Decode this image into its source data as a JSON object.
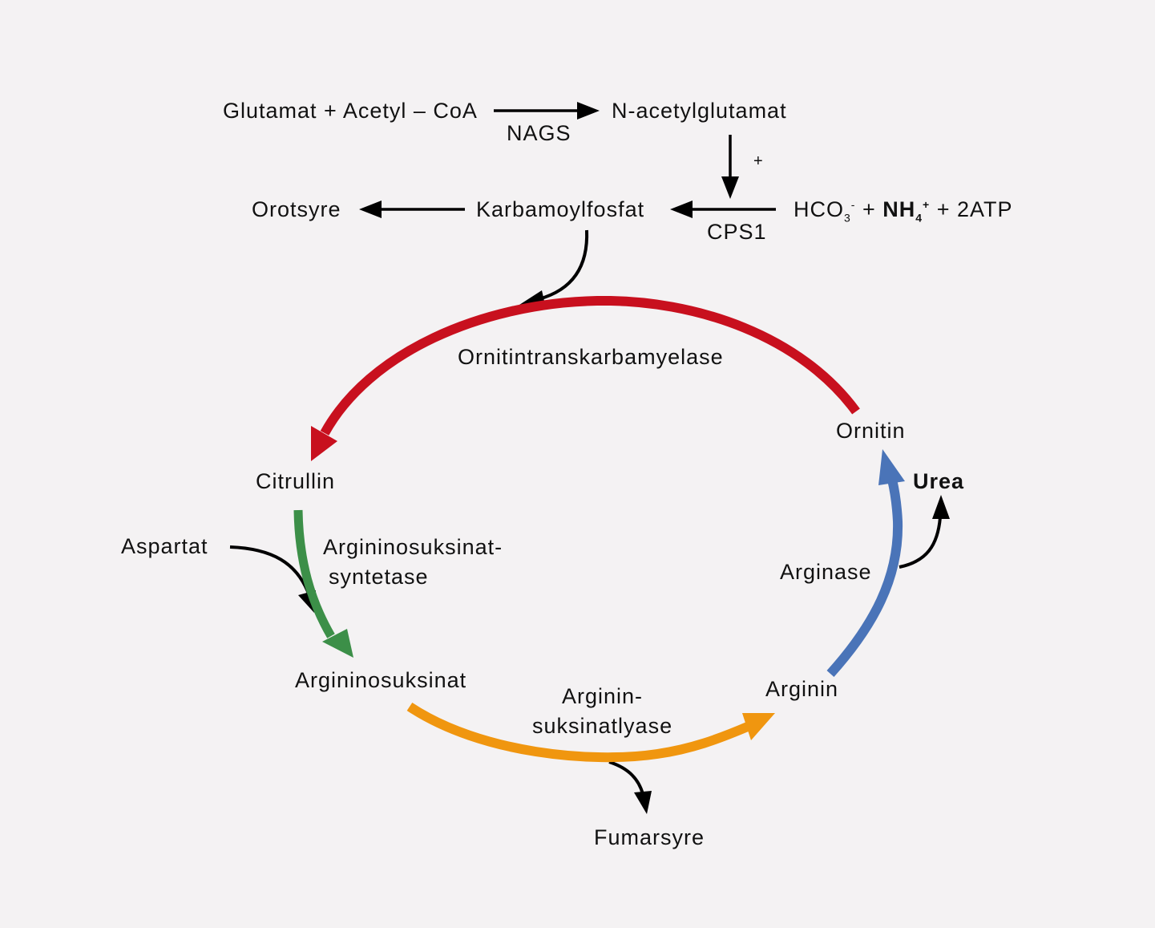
{
  "labels": {
    "glutamat_acetyl": "Glutamat + Acetyl – CoA",
    "nags": "NAGS",
    "n_acetylglutamat": "N-acetylglutamat",
    "plus_sign": "+",
    "orotsyre": "Orotsyre",
    "karbamoylfosfat": "Karbamoylfosfat",
    "cps1": "CPS1",
    "hco3": "HCO",
    "hco3_sub": "3",
    "hco3_sup": "-",
    "plus_1": " + ",
    "nh4": "NH",
    "nh4_sub": "4",
    "nh4_sup": "+",
    "plus_2atp": " + 2ATP",
    "ornitintranskarbamyelase": "Ornitintranskarbamyelase",
    "ornitin": "Ornitin",
    "urea": "Urea",
    "citrullin": "Citrullin",
    "aspartat": "Aspartat",
    "argininosuksinat_syntetase_1": "Argininosuksinat-",
    "argininosuksinat_syntetase_2": "syntetase",
    "arginase": "Arginase",
    "argininosuksinat": "Argininosuksinat",
    "arginin": "Arginin",
    "arginin_suksinatlyase_1": "Arginin-",
    "arginin_suksinatlyase_2": "suksinatlyase",
    "fumarsyre": "Fumarsyre"
  },
  "colors": {
    "background": "#f4f2f3",
    "text": "#111111",
    "black_arrow": "#000000",
    "ornitintranskarbamyelase_arrow": "#c8101e",
    "argininosuksinat_syntetase_arrow": "#3c8f48",
    "arginin_suksinatlyase_arrow": "#f0960f",
    "arginase_arrow": "#4a74b8"
  }
}
